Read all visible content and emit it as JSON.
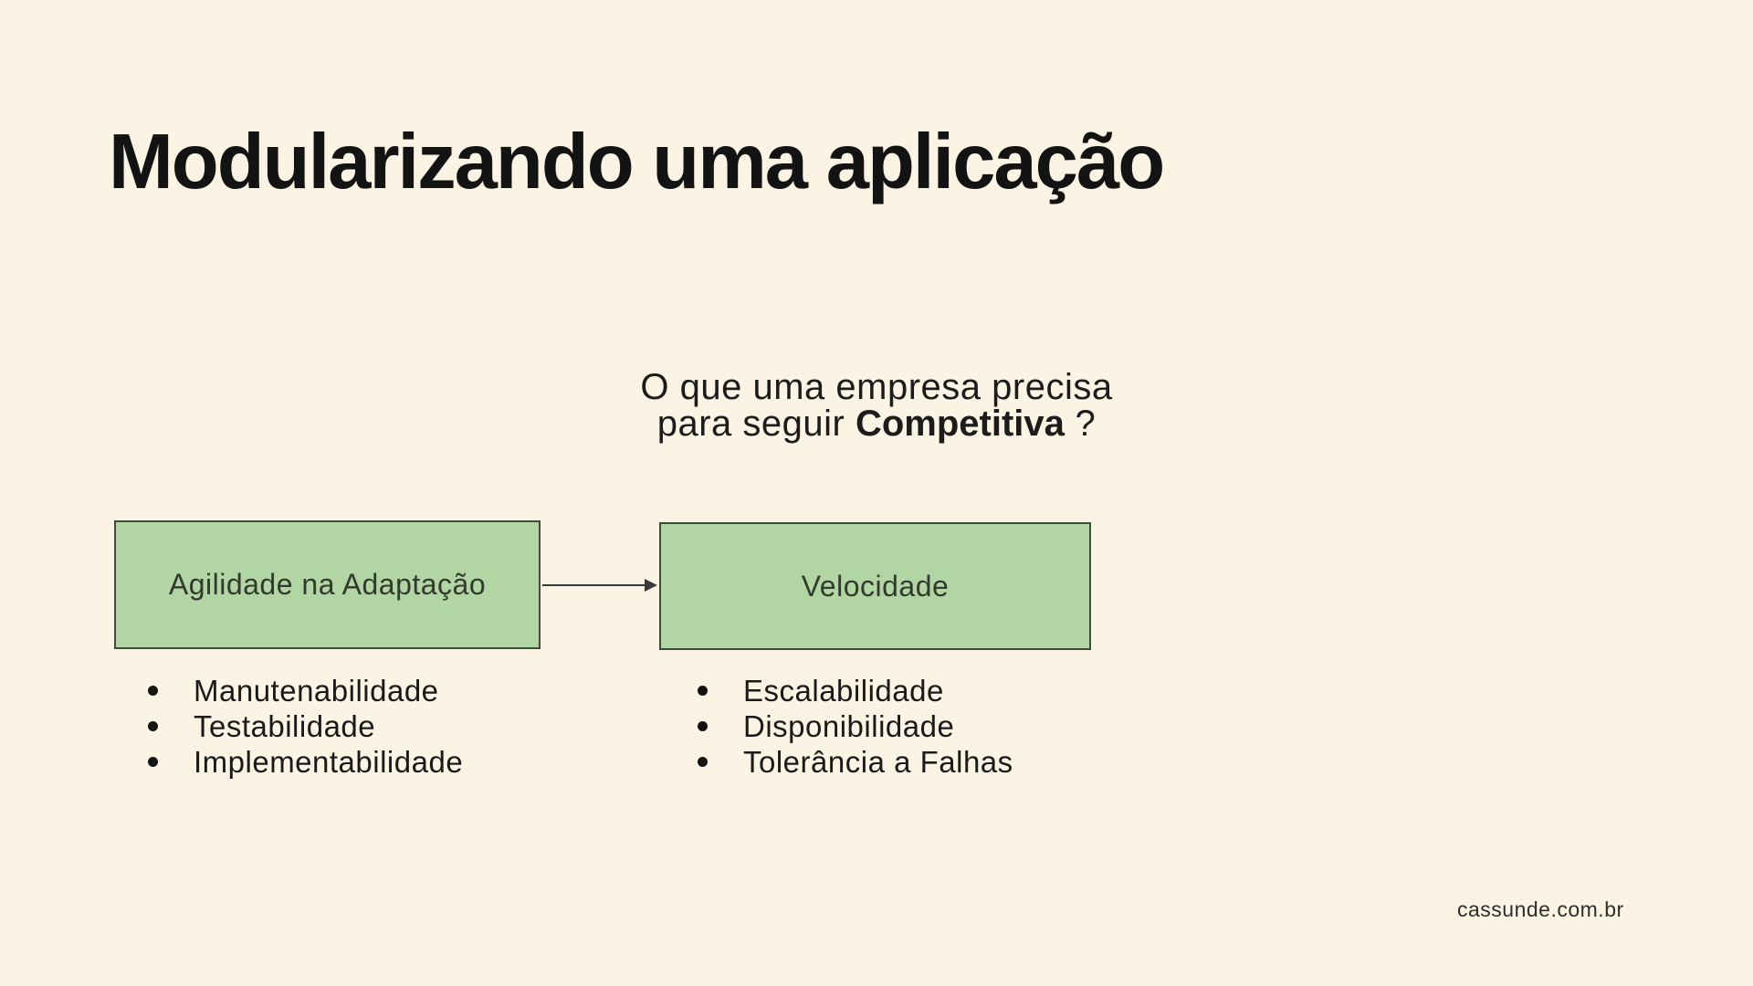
{
  "slide": {
    "title": "Modularizando uma aplicação",
    "question": {
      "line1": "O que uma empresa precisa",
      "line2_prefix": "para seguir ",
      "line2_bold": "Competitiva",
      "line2_suffix": " ?"
    },
    "boxes": [
      {
        "label": "Agilidade na Adaptação"
      },
      {
        "label": "Velocidade"
      }
    ],
    "left_list": {
      "items": [
        "Manutenabilidade",
        "Testabilidade",
        "Implementabilidade"
      ]
    },
    "right_list": {
      "items": [
        "Escalabilidade",
        "Disponibilidade",
        "Tolerância a Falhas"
      ]
    },
    "footer": "cassunde.com.br",
    "colors": {
      "background": "#fbf3e3",
      "box_fill": "#b2d5a4",
      "box_border": "#404b3c",
      "text": "#161616",
      "arrow": "#3a3a3a"
    }
  }
}
